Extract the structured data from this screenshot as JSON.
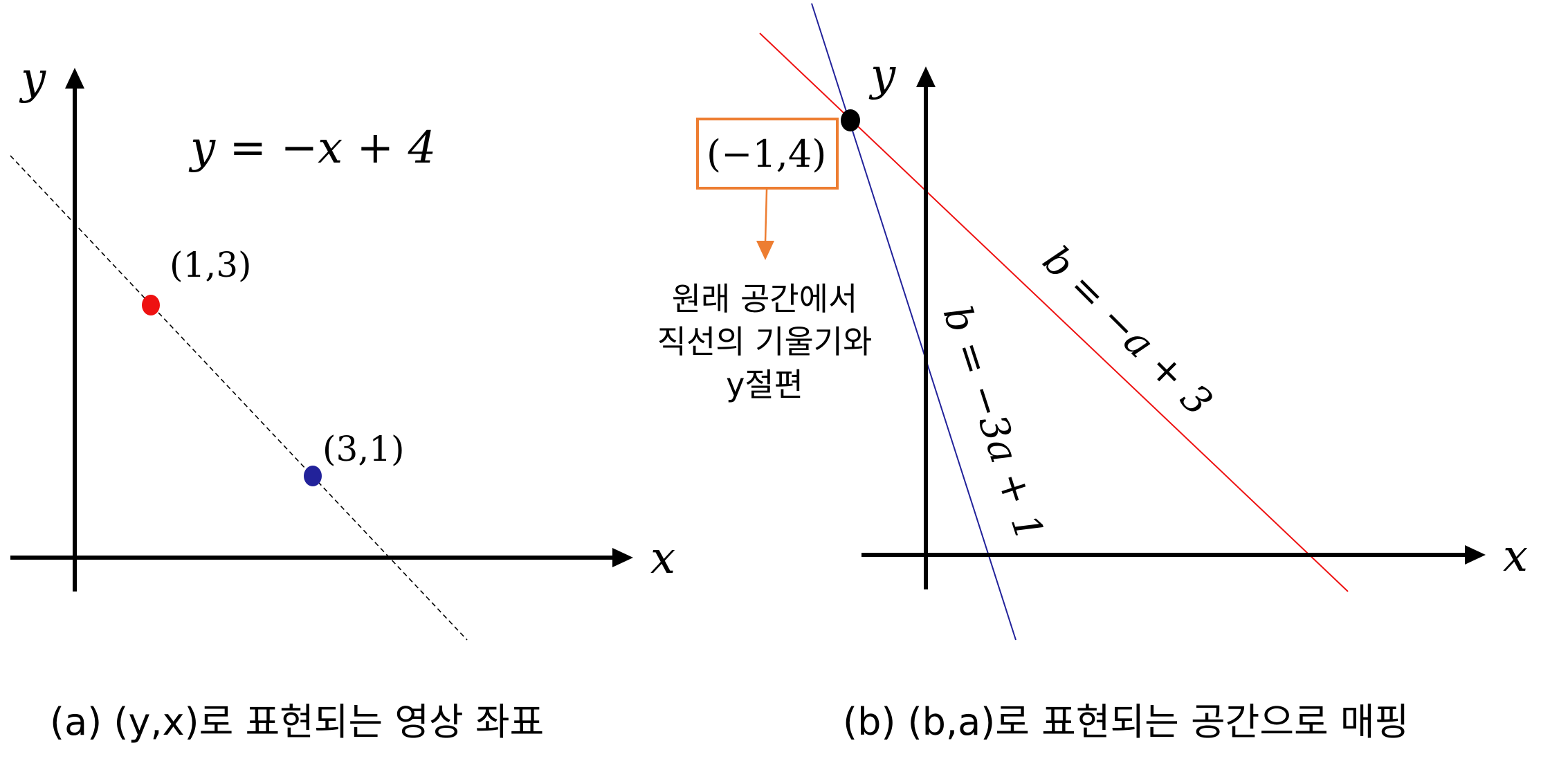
{
  "panel_a": {
    "y_axis_label": "y",
    "x_axis_label": "x",
    "equation": "y = −x + 4",
    "point1_label": "(1,3)",
    "point2_label": "(3,1)",
    "caption": "(a) (y,x)로 표현되는 영상 좌표"
  },
  "panel_b": {
    "y_axis_label": "y",
    "x_axis_label": "x",
    "point_label": "(−1,4)",
    "note_lines": [
      "원래 공간에서",
      "직선의 기울기와",
      "y절편"
    ],
    "blue_line_label": "b = −3a + 1",
    "red_line_label": "b = −a + 3",
    "caption": "(b) (b,a)로 표현되는 공간으로 매핑"
  },
  "colors": {
    "axis": "#000000",
    "red_point": "#ee1111",
    "blue_point": "#22229a",
    "red_line": "#ee1111",
    "blue_line": "#22229a",
    "box_border": "#ed7d31",
    "arrow": "#ed7d31"
  }
}
